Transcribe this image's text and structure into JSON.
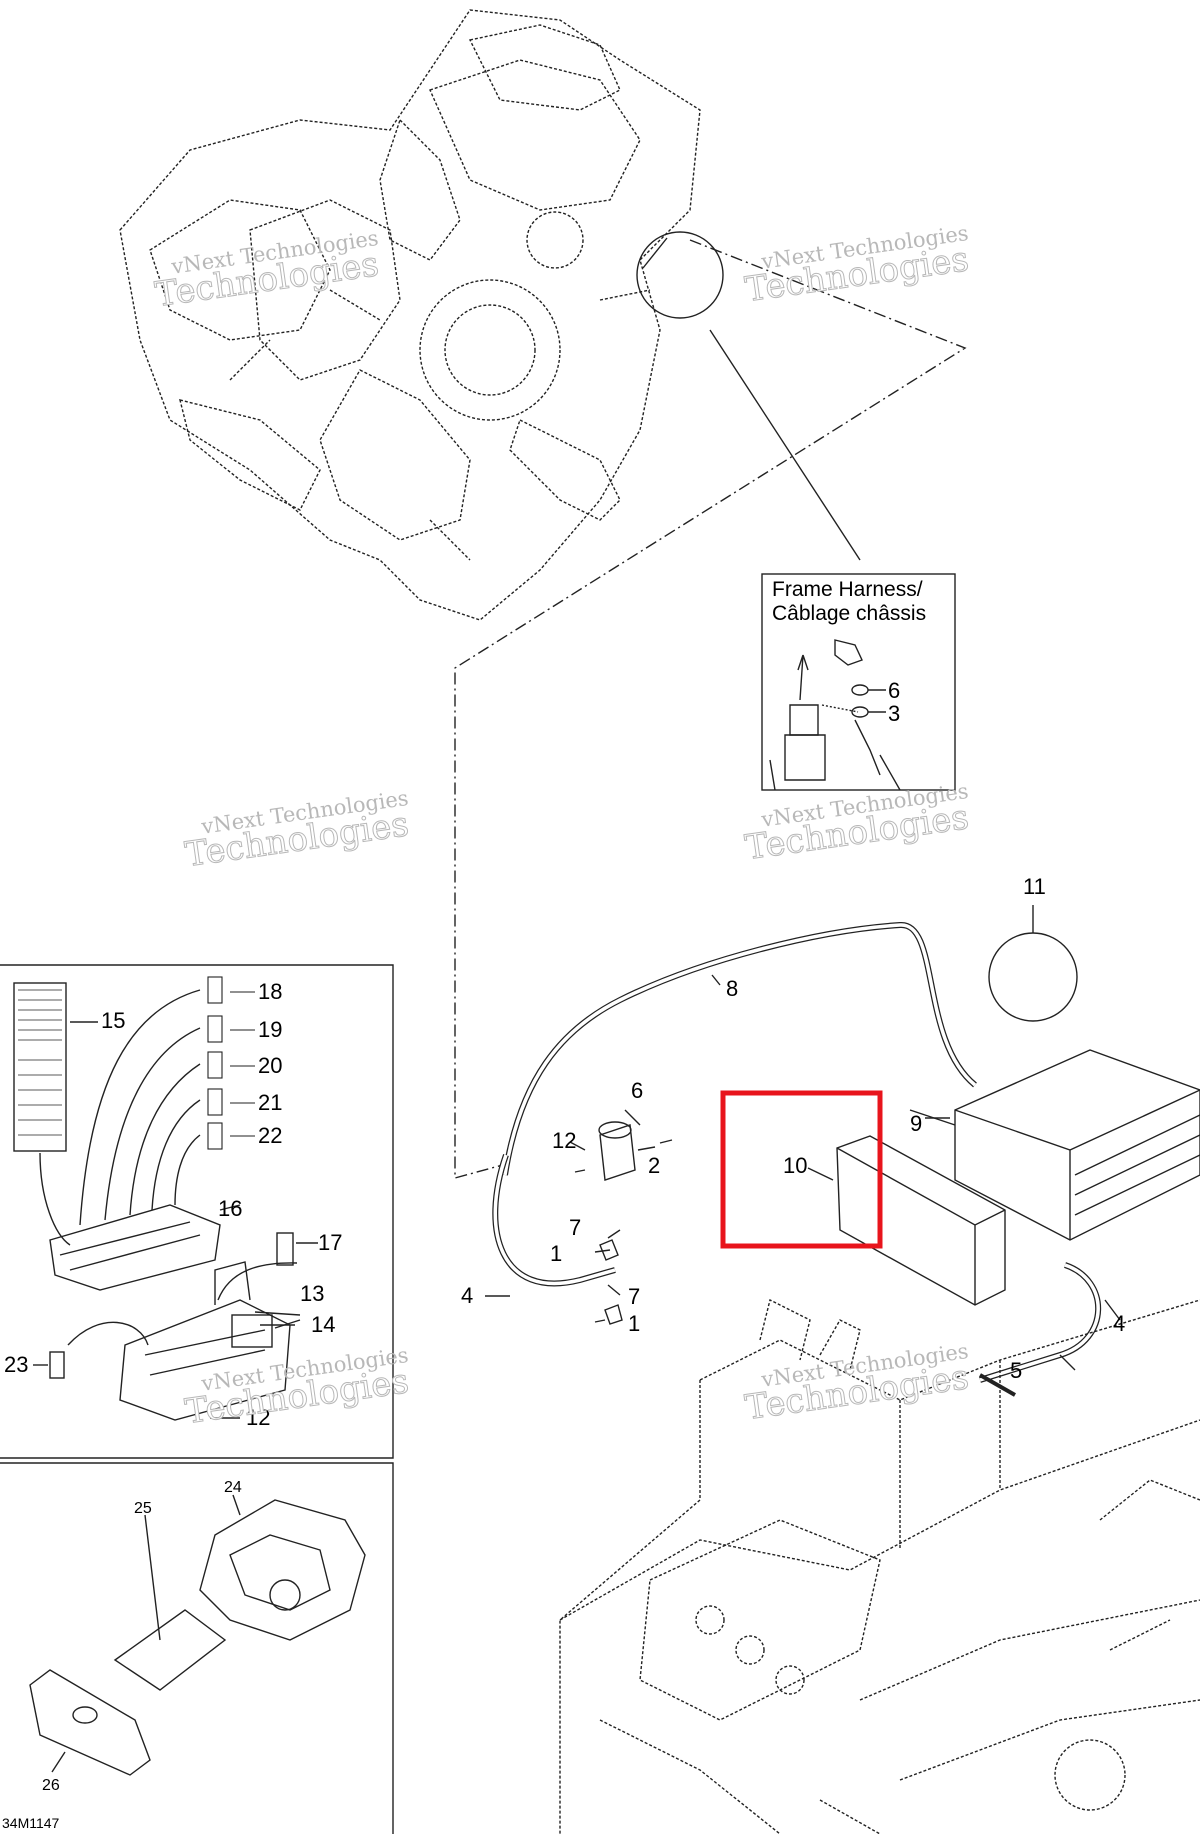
{
  "inset": {
    "title_line1": "Frame Harness/",
    "title_line2": "Câblage châssis"
  },
  "callouts": {
    "c1a": "1",
    "c1b": "1",
    "c2": "2",
    "c3": "3",
    "c4a": "4",
    "c4b": "4",
    "c5": "5",
    "c6a": "6",
    "c6b": "6",
    "c7a": "7",
    "c7b": "7",
    "c8": "8",
    "c9": "9",
    "c10": "10",
    "c11": "11",
    "c12a": "12",
    "c12b": "12",
    "c13": "13",
    "c14": "14",
    "c15": "15",
    "c16": "16",
    "c17": "17",
    "c18": "18",
    "c19": "19",
    "c20": "20",
    "c21": "21",
    "c22": "22",
    "c23": "23",
    "c24": "24",
    "c25": "25",
    "c26": "26"
  },
  "watermark": {
    "line1": "vNext Technologies",
    "line2": "Technologies"
  },
  "footer": {
    "code": "34M1147"
  },
  "highlight": {
    "color": "#e8141c"
  }
}
